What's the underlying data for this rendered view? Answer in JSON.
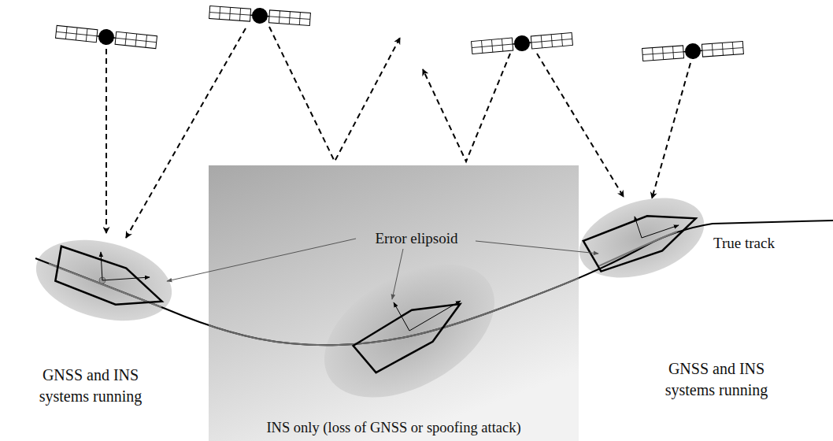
{
  "diagram": {
    "nodes": [
      {
        "text": [
          "INS only (loss of GNSS or spoofing attack)"
        ]
      }
    ],
    "labels": [
      "Error elipsoid",
      "True track",
      "GNSS and INS systems running",
      "GNSS and INS systems running"
    ]
  }
}
